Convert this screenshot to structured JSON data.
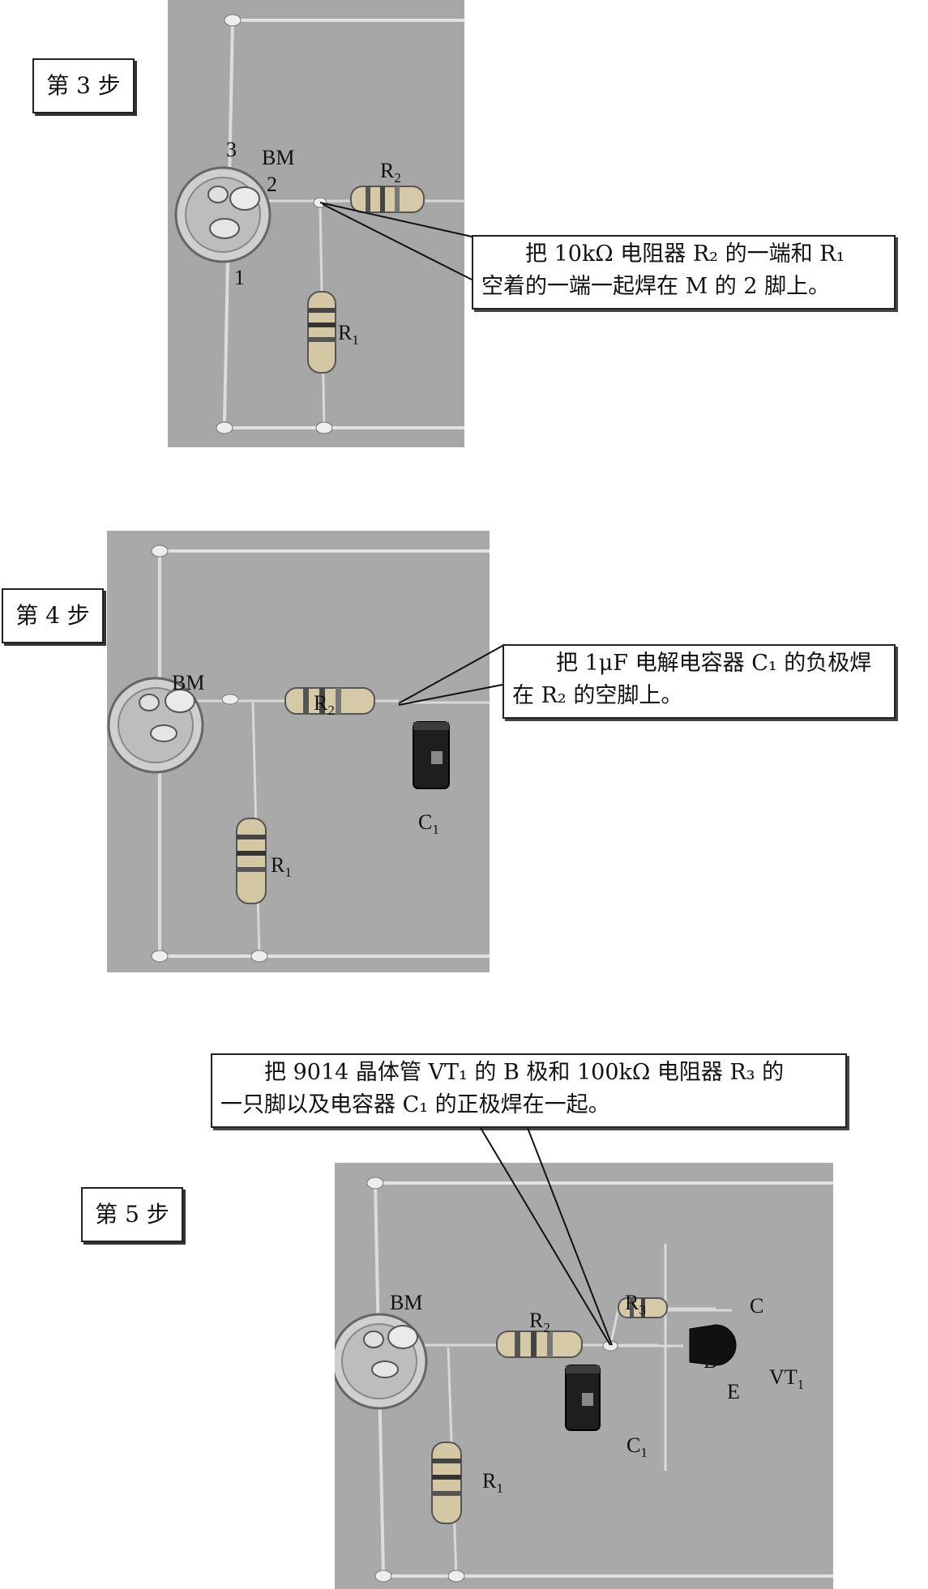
{
  "steps": [
    {
      "label": "第 3 步",
      "callout": [
        "把 10kΩ 电阻器 R₂ 的一端和 R₁",
        "空着的一端一起焊在 M 的 2 脚上。"
      ],
      "photo_labels": {
        "pin3": "3",
        "bm": "BM",
        "pin2": "2",
        "pin1": "1",
        "r2": "R",
        "r2_sub": "2",
        "r1": "R",
        "r1_sub": "1"
      }
    },
    {
      "label": "第 4 步",
      "callout": [
        "把 1μF 电解电容器 C₁ 的负极焊",
        "在 R₂ 的空脚上。"
      ],
      "photo_labels": {
        "bm": "BM",
        "r2": "R",
        "r2_sub": "2",
        "r1": "R",
        "r1_sub": "1",
        "c1": "C",
        "c1_sub": "1"
      }
    },
    {
      "label": "第 5 步",
      "callout": [
        "把 9014 晶体管 VT₁ 的 B 极和 100kΩ 电阻器 R₃ 的",
        "一只脚以及电容器 C₁ 的正极焊在一起。"
      ],
      "photo_labels": {
        "bm": "BM",
        "r2": "R",
        "r2_sub": "2",
        "r3": "R",
        "r3_sub": "3",
        "c": "C",
        "b": "B",
        "e": "E",
        "vt": "VT",
        "vt_sub": "1",
        "c1": "C",
        "c1_sub": "1",
        "r1": "R",
        "r1_sub": "1"
      }
    }
  ]
}
